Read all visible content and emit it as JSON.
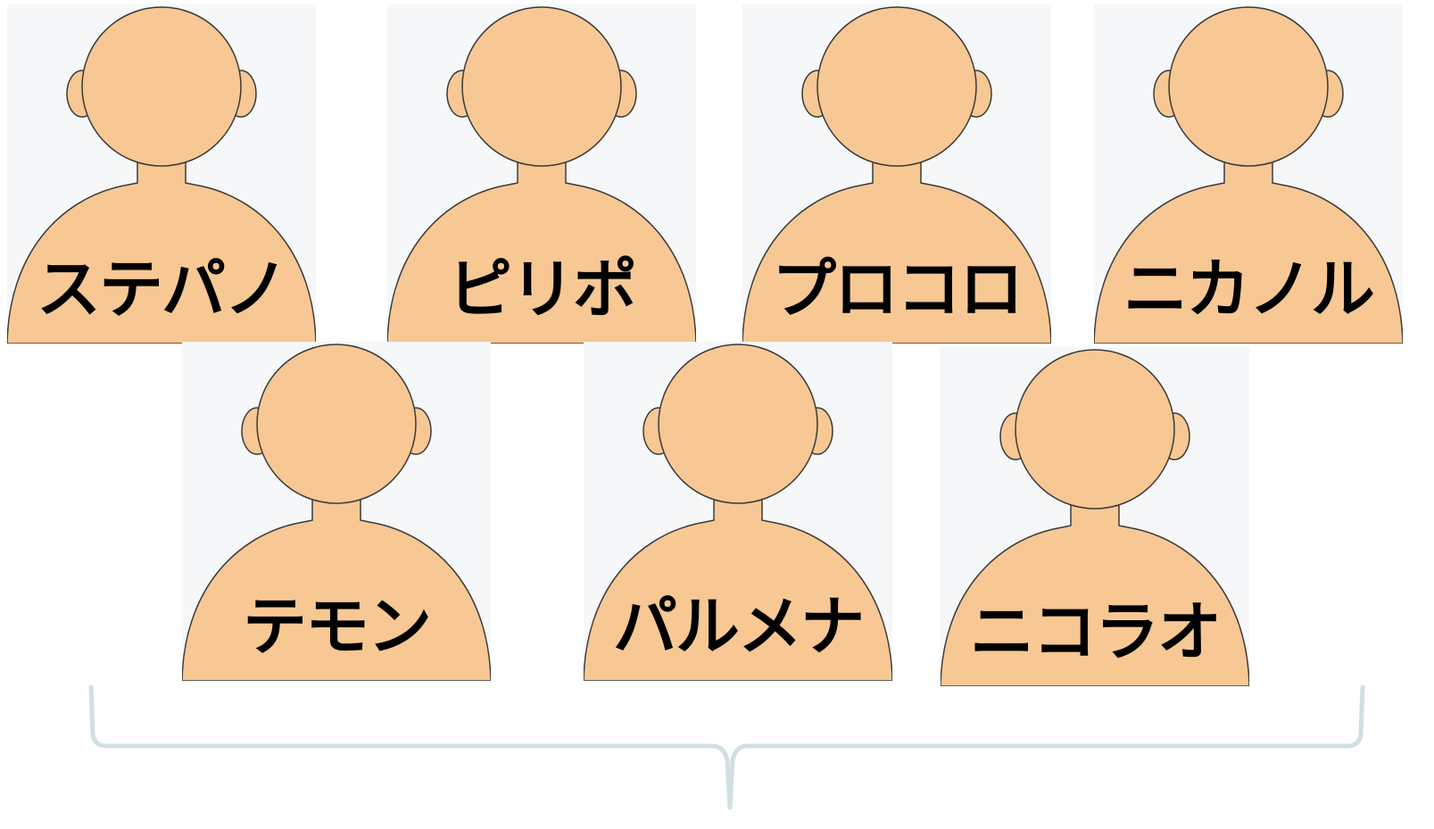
{
  "colors": {
    "skin": "#f7c894",
    "outline": "#3a3a3a",
    "panel": "#f6f7f8",
    "bracket": "#cfe0e2",
    "text": "#000000"
  },
  "people": [
    {
      "name": "ステパノ",
      "icon": "person-silhouette-icon"
    },
    {
      "name": "ピリポ",
      "icon": "person-silhouette-icon"
    },
    {
      "name": "プロコロ",
      "icon": "person-silhouette-icon"
    },
    {
      "name": "ニカノル",
      "icon": "person-silhouette-icon"
    },
    {
      "name": "テモン",
      "icon": "person-silhouette-icon"
    },
    {
      "name": "パルメナ",
      "icon": "person-silhouette-icon"
    },
    {
      "name": "ニコラオ",
      "icon": "person-silhouette-icon"
    }
  ]
}
